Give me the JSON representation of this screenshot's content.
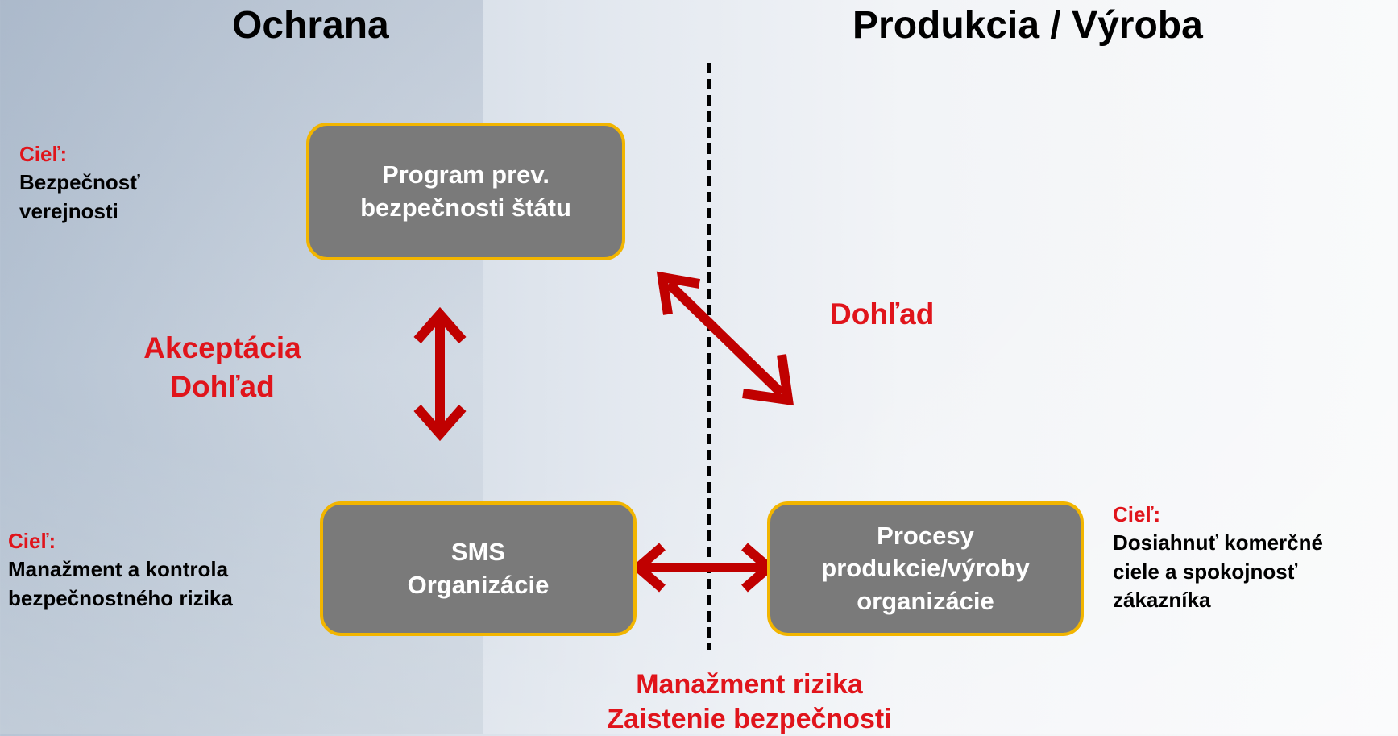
{
  "headings": {
    "left": "Ochrana",
    "right": "Produkcia / Výroba"
  },
  "boxes": {
    "program": {
      "line1": "Program prev.",
      "line2": "bezpečnosti  štátu"
    },
    "sms": {
      "line1": "SMS",
      "line2": "Organizácie"
    },
    "procesy": {
      "line1": "Procesy",
      "line2": "produkcie/výroby",
      "line3": "organizácie"
    }
  },
  "goals": {
    "top_left": {
      "title": "Cieľ:",
      "line1": "Bezpečnosť",
      "line2": "verejnosti"
    },
    "bottom_left": {
      "title": "Cieľ:",
      "line1": "Manažment a kontrola",
      "line2": "bezpečnostného rizika"
    },
    "right": {
      "title": "Cieľ:",
      "line1": "Dosiahnuť komerčné",
      "line2": "ciele a spokojnosť",
      "line3": "zákazníka"
    }
  },
  "labels": {
    "vertical": {
      "line1": "Akceptácia",
      "line2": "Dohľad"
    },
    "diagonal": "Dohľad",
    "bottom": {
      "line1": "Manažment rizika",
      "line2": "Zaistenie bezpečnosti"
    }
  },
  "colors": {
    "arrow": "#c00000",
    "box_fill": "#7a7a7a",
    "box_border": "#f2b500",
    "label_red": "#e0141b"
  }
}
